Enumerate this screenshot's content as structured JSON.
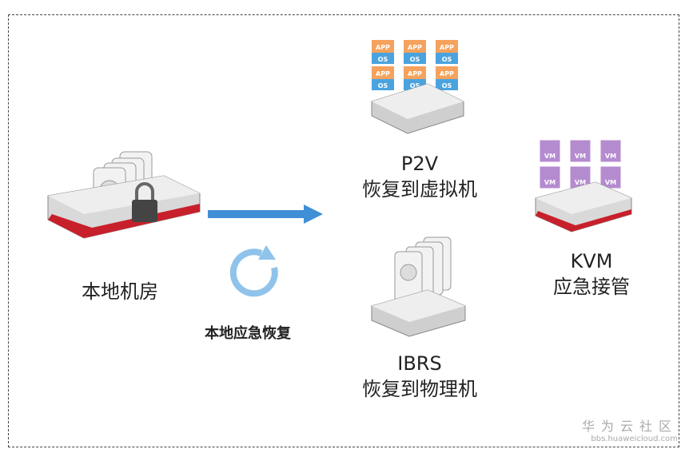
{
  "source": {
    "label": "本地机房"
  },
  "process": {
    "label": "本地应急恢复"
  },
  "targets": [
    {
      "protocol": "P2V",
      "label": "恢复到虚拟机"
    },
    {
      "protocol": "IBRS",
      "label": "恢复到物理机"
    },
    {
      "protocol": "KVM",
      "label": "应急接管"
    }
  ],
  "vm_tile_text": {
    "app": "APP",
    "os": "OS",
    "vm": "VM"
  },
  "watermark": {
    "cn": "华为云社区",
    "en": "bbs.huaweicloud.com"
  },
  "colors": {
    "arrow": "#3f8fd6",
    "server_red": "#c8202a",
    "vm_orange": "#f5a25d",
    "vm_blue": "#4aa3df",
    "vm_purple": "#b58bd0"
  }
}
